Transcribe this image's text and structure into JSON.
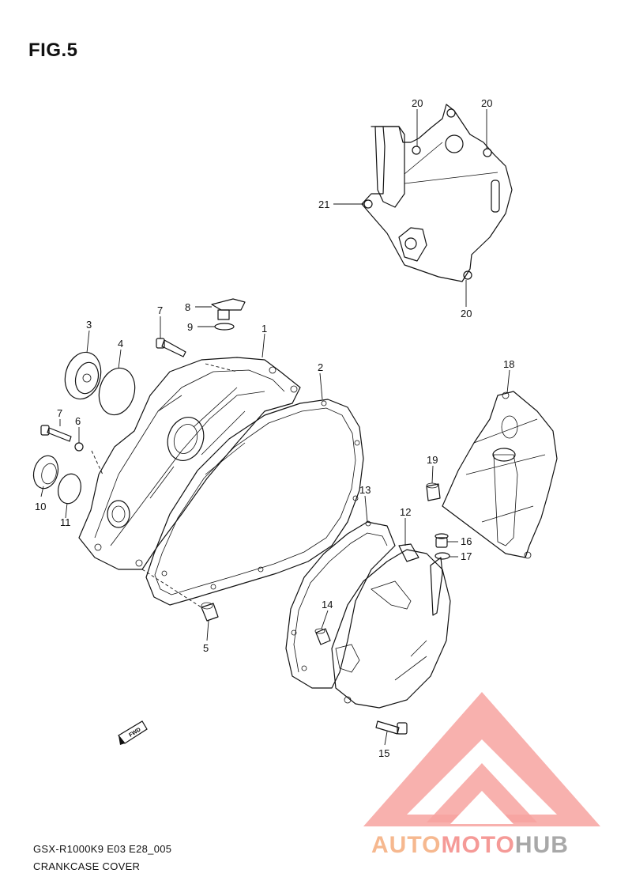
{
  "figure": {
    "title": "FIG.5"
  },
  "caption": {
    "model_line": "GSX-R1000K9 E03 E28_005",
    "name": "CRANKCASE COVER"
  },
  "fwd_label": "FWD",
  "watermark": {
    "part1": "AUTO",
    "part2": "MOTO",
    "part3": "HUB"
  },
  "callouts": {
    "c1": "1",
    "c2": "2",
    "c3": "3",
    "c4": "4",
    "c5": "5",
    "c6": "6",
    "c7a": "7",
    "c7b": "7",
    "c8": "8",
    "c9": "9",
    "c10": "10",
    "c11": "11",
    "c12": "12",
    "c13": "13",
    "c14": "14",
    "c15": "15",
    "c16": "16",
    "c17": "17",
    "c18": "18",
    "c19": "19",
    "c20a": "20",
    "c20b": "20",
    "c20c": "20",
    "c21": "21"
  },
  "colors": {
    "watermark_pink": "#f59a97",
    "watermark_orange": "#f6b88f",
    "watermark_gray": "#a8a8a8"
  }
}
